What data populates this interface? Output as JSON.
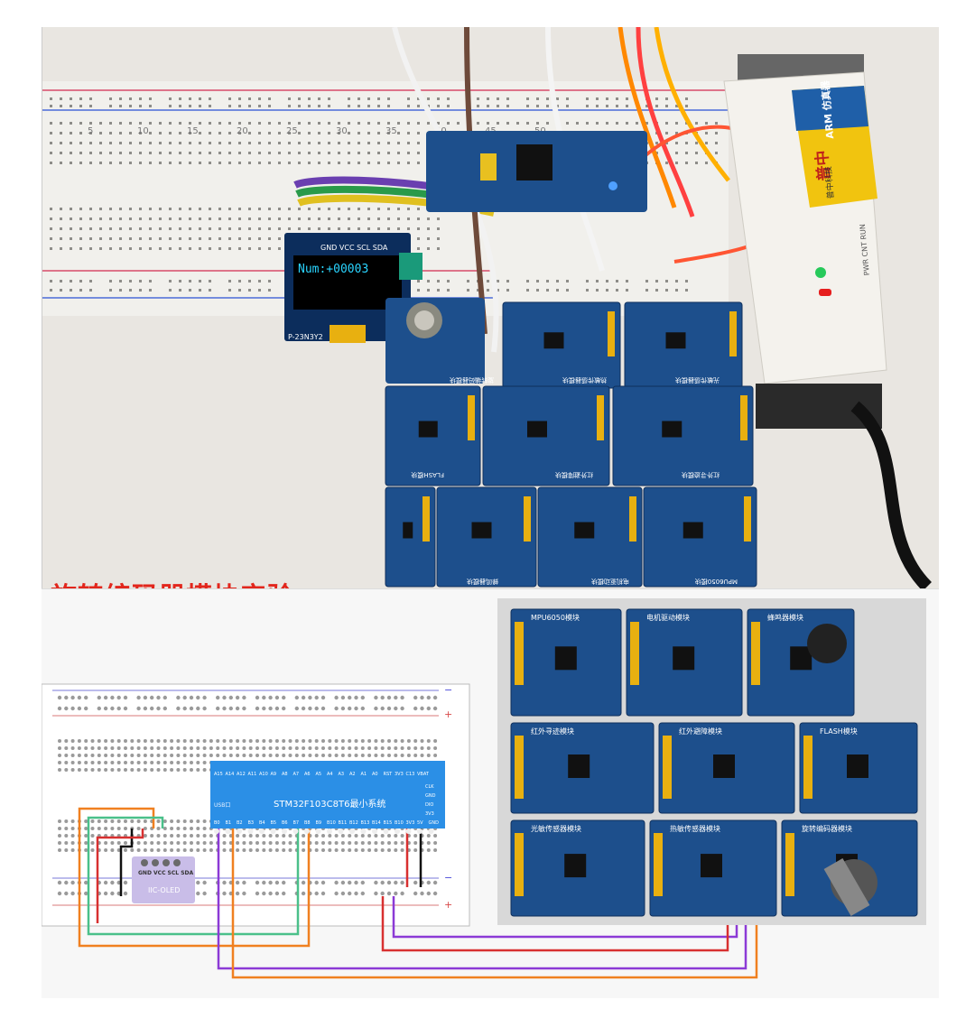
{
  "section_title": "旋转编码器模块实验",
  "oled": {
    "pins": "GND VCC SCL SDA",
    "display_text": "Num:+00003",
    "part_label": "P-23N3Y2"
  },
  "debugger": {
    "brand": "普中",
    "subtitle": "普中科技",
    "name": "ARM 仿真器",
    "leds": "PWR CNT RUN"
  },
  "photo_modules": [
    "旋转编码器模块",
    "热敏传感器模块",
    "光敏传感器模块",
    "FLASH模块",
    "红外避障模块",
    "红外寻迹模块",
    "蜂鸣器模块",
    "电机驱动模块",
    "MPU6050模块"
  ],
  "breadboard_numbers": [
    "5",
    "10",
    "15",
    "20",
    "25",
    "30",
    "35",
    "40",
    "45",
    "50"
  ],
  "diagram": {
    "mcu_title": "STM32F103C8T6最小系统",
    "mcu_usb": "USB口",
    "mcu_top_pins": [
      "A15",
      "A14",
      "A12",
      "A11",
      "A10",
      "A9",
      "A8",
      "A7",
      "A6",
      "A5",
      "A4",
      "A3",
      "A2",
      "A1",
      "A0",
      "RST",
      "3V3",
      "C13",
      "VBAT"
    ],
    "mcu_bottom_pins": [
      "B0",
      "B1",
      "B2",
      "B3",
      "B4",
      "B5",
      "B6",
      "B7",
      "B8",
      "B9",
      "B10",
      "B11",
      "B12",
      "B13",
      "B14",
      "B15",
      "B10",
      "3V3",
      "5V",
      "GND"
    ],
    "mcu_side_pins": [
      "CLK",
      "GND",
      "DIO",
      "3V3"
    ],
    "oled_pins": "GND VCC SCL SDA",
    "oled_label": "IIC-OLED",
    "module_board_labels": [
      "MPU6050模块",
      "电机驱动模块",
      "蜂鸣器模块",
      "红外寻迹模块",
      "红外避障模块",
      "FLASH模块",
      "光敏传感器模块",
      "热敏传感器模块",
      "旋转编码器模块"
    ]
  },
  "colors": {
    "title_red": "#e2261c",
    "pcb_blue": "#1d4f8c",
    "mcu_blue": "#2b8fe6",
    "wire_purple": "#8c3ad6",
    "wire_orange": "#f08020",
    "wire_green": "#4ac08a",
    "wire_red": "#d83030",
    "wire_yellow": "#e8c02a"
  }
}
